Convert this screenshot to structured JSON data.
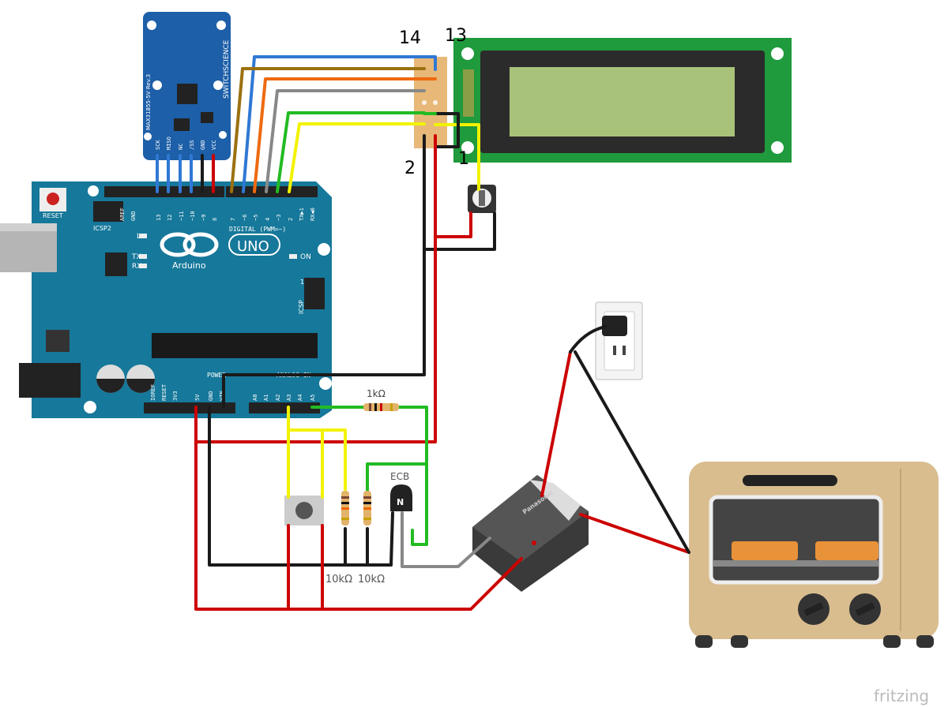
{
  "diagram": {
    "connector_labels": {
      "pin14": "14",
      "pin13": "13",
      "pin2": "2",
      "pin1": "1"
    },
    "resistor_1k": "1kΩ",
    "resistor_10k_a": "10kΩ",
    "resistor_10k_b": "10kΩ",
    "transistor_label": "ECB",
    "transistor_type": "N",
    "relay_brand": "Panasonic",
    "watermark": "fritzing"
  },
  "thermocouple_board": {
    "model": "MAX31855-5V Rev.3",
    "brand": "SWITCHSCIENCE",
    "pins": [
      "SCK",
      "MISO",
      "NC",
      "/SS",
      "GND",
      "VCC"
    ]
  },
  "arduino": {
    "reset_label": "RESET",
    "icsp2_label": "ICSP2",
    "digital_pins": [
      "AREF",
      "GND",
      "13",
      "12",
      "~11",
      "~10",
      "~9",
      "8",
      "7",
      "~6",
      "~5",
      "4",
      "~3",
      "2",
      "TX▶1",
      "RX◀0"
    ],
    "digital_label": "DIGITAL (PWM=~)",
    "led_labels": [
      "L",
      "TX",
      "RX"
    ],
    "on_label": "ON",
    "model": "UNO",
    "brand": "Arduino",
    "icsp_label": "ICSP",
    "icsp_pin1": "1",
    "power_pins": [
      "IOREF",
      "RESET",
      "3V3",
      "5V",
      "GND",
      "VIN"
    ],
    "power_label": "POWER",
    "analog_pins": [
      "A0",
      "A1",
      "A2",
      "A3",
      "A4",
      "A5"
    ],
    "analog_label": "ANALOG IN"
  },
  "colors": {
    "board": "#16789a",
    "max_board": "#1d5fa8",
    "lcd_pcb": "#1f9a3c",
    "lcd_screen": "#a9c27a",
    "toaster": "#d9bd8f",
    "wire_red": "#cc0000",
    "wire_black": "#1a1a1a",
    "wire_green": "#22bb22",
    "wire_yellow": "#f2f200",
    "wire_blue": "#2f78d4",
    "wire_orange": "#ee6a10",
    "wire_brown": "#9b7010",
    "wire_gray": "#888888"
  }
}
